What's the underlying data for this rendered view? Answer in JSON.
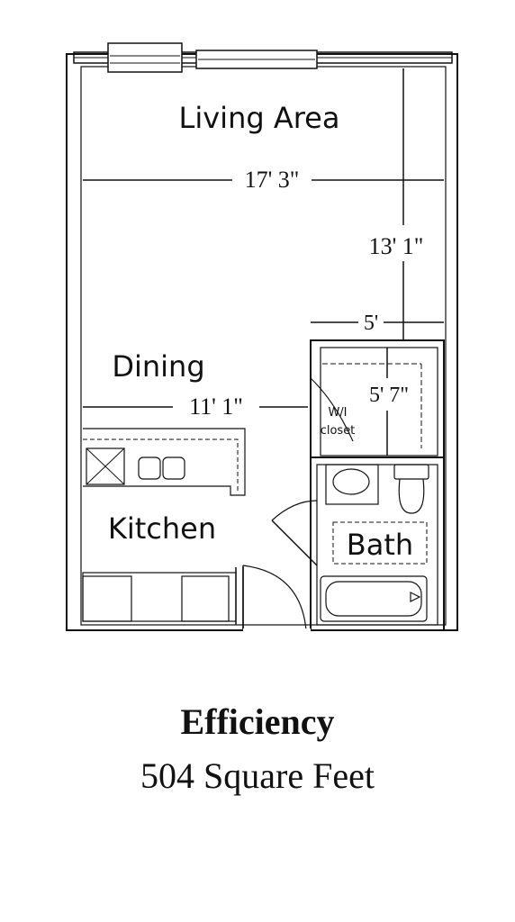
{
  "rooms": {
    "living": "Living Area",
    "dining": "Dining",
    "kitchen": "Kitchen",
    "bath": "Bath",
    "closet_line1": "W/I",
    "closet_line2": "closet"
  },
  "dimensions": {
    "living_width": "17' 3\"",
    "living_depth": "13' 1\"",
    "closet_width": "5'",
    "closet_depth": "5' 7\"",
    "dining_width": "11' 1\""
  },
  "caption": {
    "title": "Efficiency",
    "subtitle": "504 Square Feet"
  }
}
